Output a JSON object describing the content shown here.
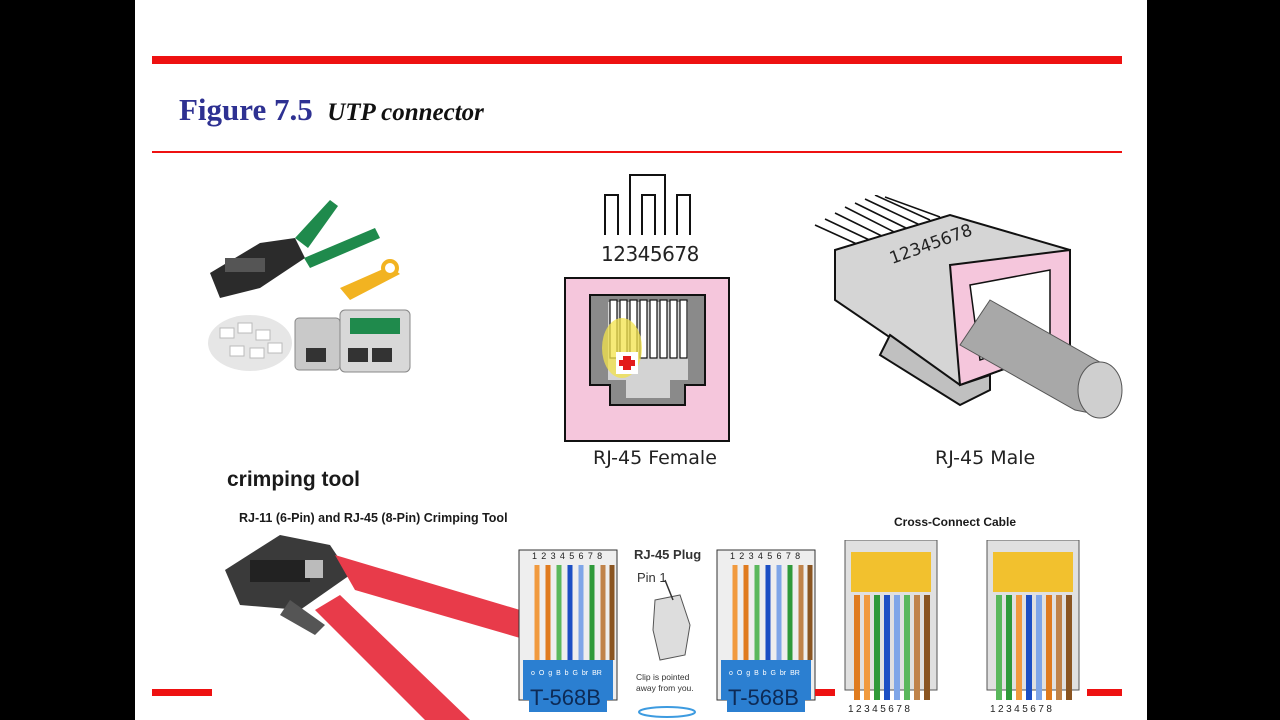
{
  "slide": {
    "figure_number": "Figure 7.5",
    "figure_title": "UTP connector"
  },
  "labels": {
    "crimping_tool": "crimping tool",
    "crimping_tool_sub": "RJ-11 (6-Pin) and RJ-45 (8-Pin) Crimping Tool",
    "rj45_female": "RJ-45 Female",
    "rj45_male": "RJ-45 Male",
    "pin_numbers": "12345678",
    "rj45_plug": "RJ-45 Plug",
    "pin1": "Pin 1",
    "clip_note_1": "Clip is pointed",
    "clip_note_2": "away from you.",
    "standard_a": "T-568B",
    "standard_b": "T-568B",
    "cross_connect": "Cross-Connect Cable",
    "wire_codes": "o O g B b G br BR"
  },
  "colors": {
    "title_blue": "#2e3192",
    "accent_red": "#ee1111",
    "jack_pink": "#f5c6dc",
    "plug_blue": "#2b7fd1"
  }
}
